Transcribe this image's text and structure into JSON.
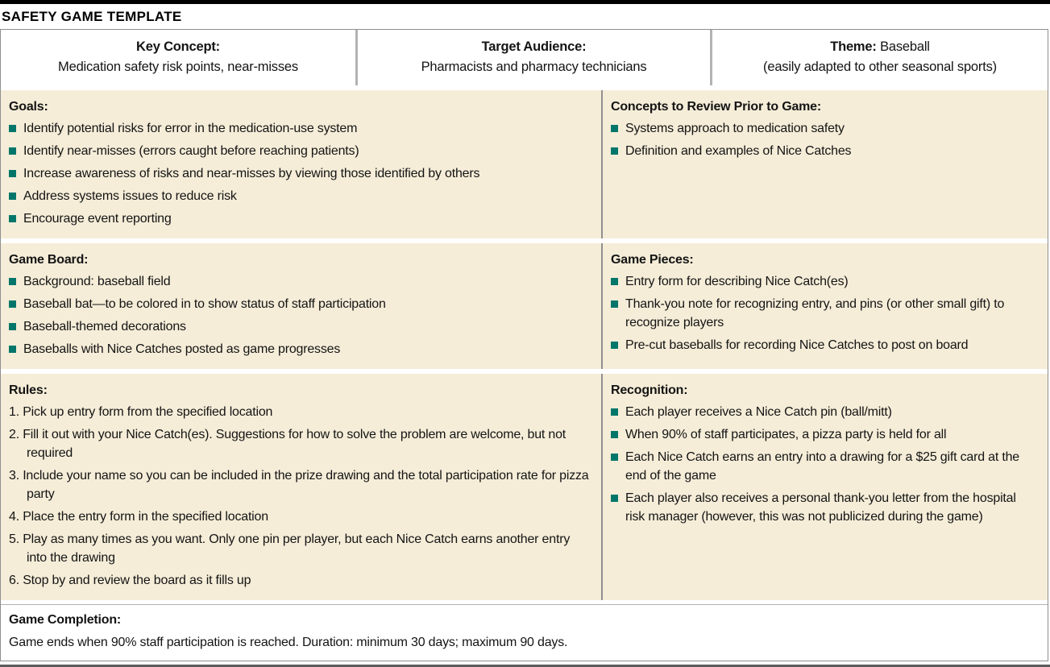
{
  "page_title": "SAFETY GAME TEMPLATE",
  "colors": {
    "bullet_accent": "#00766b",
    "cell_background": "#f5edd8",
    "grid_border": "#8f8f8f",
    "top_rule": "#000000"
  },
  "header": {
    "key_concept": {
      "label": "Key Concept:",
      "value": "Medication safety risk points, near-misses"
    },
    "target_audience": {
      "label": "Target Audience:",
      "value": "Pharmacists and pharmacy technicians"
    },
    "theme": {
      "label": "Theme:",
      "value": "Baseball",
      "note": "(easily adapted to other seasonal sports)"
    }
  },
  "sections": {
    "goals": {
      "title": "Goals:",
      "items": [
        "Identify potential risks for error in the medication-use system",
        "Identify near-misses (errors caught before reaching patients)",
        "Increase awareness of risks and near-misses by viewing those identified by others",
        "Address systems issues to reduce risk",
        "Encourage event reporting"
      ]
    },
    "concepts": {
      "title": "Concepts to Review Prior to Game:",
      "items": [
        "Systems approach to medication safety",
        "Definition and examples of Nice Catches"
      ]
    },
    "game_board": {
      "title": "Game Board:",
      "items": [
        "Background: baseball field",
        "Baseball bat—to be colored in to show status of staff participation",
        "Baseball-themed decorations",
        "Baseballs with Nice Catches posted as game progresses"
      ]
    },
    "game_pieces": {
      "title": "Game Pieces:",
      "items": [
        "Entry form for describing Nice Catch(es)",
        "Thank-you note for recognizing entry, and pins (or other small gift) to recognize players",
        "Pre-cut baseballs for recording Nice Catches to post on board"
      ]
    },
    "rules": {
      "title": "Rules:",
      "items": [
        "1. Pick up entry form from the specified location",
        "2. Fill it out with your Nice Catch(es). Suggestions for how to solve the problem are welcome, but not required",
        "3. Include your name so you can be included in the prize drawing and the total participation rate for pizza party",
        "4. Place the entry form in the specified location",
        "5. Play as many times as you want. Only one pin per player, but each Nice Catch earns another entry into the drawing",
        "6. Stop by and review the board as it fills up"
      ]
    },
    "recognition": {
      "title": "Recognition:",
      "items": [
        "Each player receives a Nice Catch pin (ball/mitt)",
        "When 90% of staff participates, a pizza party is held for all",
        "Each Nice Catch earns an entry into a drawing for a $25 gift card at the end of the game",
        "Each player also receives a personal thank-you letter from the hospital risk manager (however, this was not publicized during the game)"
      ]
    },
    "completion": {
      "title": "Game Completion:",
      "text": "Game ends when 90% staff participation is reached. Duration: minimum 30 days; maximum 90 days."
    }
  }
}
